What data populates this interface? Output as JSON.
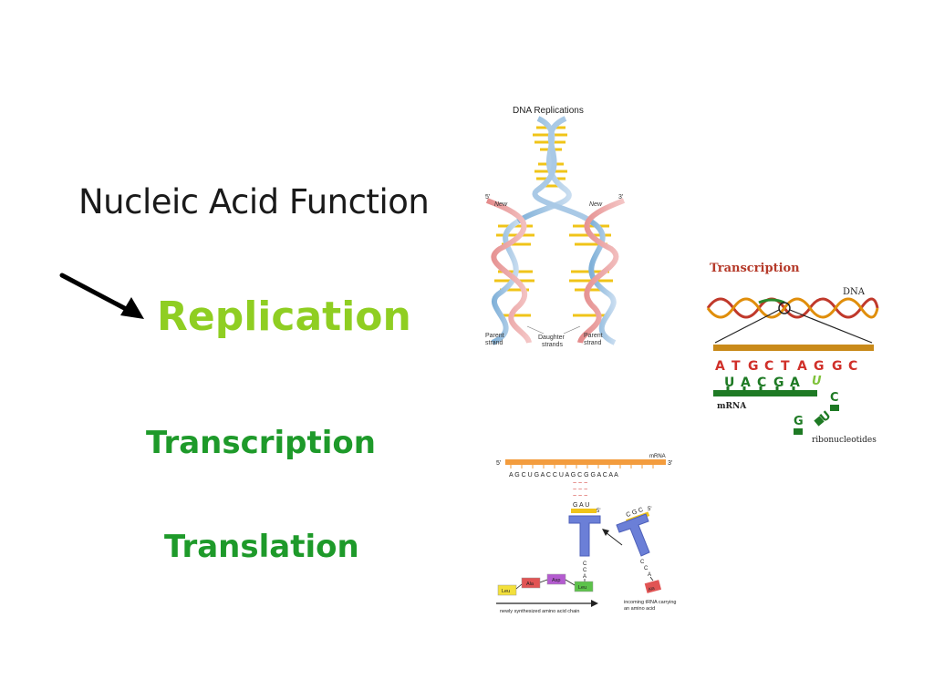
{
  "slide": {
    "title": "Nucleic Acid Function",
    "topics": {
      "replication": "Replication",
      "transcription": "Transcription",
      "translation": "Translation"
    },
    "colors": {
      "replication": "#8fce22",
      "transcription": "#1e9a2a",
      "translation": "#1e9a2a"
    }
  },
  "replication_figure": {
    "title": "DNA Replications",
    "five_prime": "5'",
    "three_prime": "3'",
    "new_left": "New",
    "new_right": "New",
    "parent_left": [
      "Parent",
      "strand"
    ],
    "daughter": [
      "Daughter",
      "strands"
    ],
    "parent_right": [
      "Parent",
      "strand"
    ]
  },
  "transcription_figure": {
    "title": "Transcription",
    "dna_label": "DNA",
    "dna_sequence": [
      "A",
      "T",
      "G",
      "C",
      "T",
      "A",
      "G",
      "G",
      "C"
    ],
    "mrna_sequence": [
      "U",
      "A",
      "C",
      "G",
      "A"
    ],
    "free_nucleotides": [
      "U",
      "C",
      "U",
      "G"
    ],
    "mrna_label": "mRNA",
    "ribonucleotides_label": "ribonucleotides"
  },
  "translation_figure": {
    "five_prime": "5'",
    "three_prime": "3'",
    "mrna_label": "mRNA",
    "mrna_sequence": "A G C U G A C C U A G C G G A C A A",
    "anticodon_left": "G A U",
    "anticodon_left_end": "5'",
    "anticodon_right": "C G C",
    "anticodon_right_end": "5'",
    "acceptor_left": [
      "C",
      "C",
      "A"
    ],
    "acceptor_right": [
      "C",
      "C",
      "A"
    ],
    "chain": [
      "Leu",
      "Ala",
      "Asp",
      "Leu"
    ],
    "incoming_amino_acid": "Ala",
    "chain_caption": "newly synthesized amino acid chain",
    "incoming_caption": [
      "incoming tRNA carrying",
      "an amino acid"
    ]
  }
}
